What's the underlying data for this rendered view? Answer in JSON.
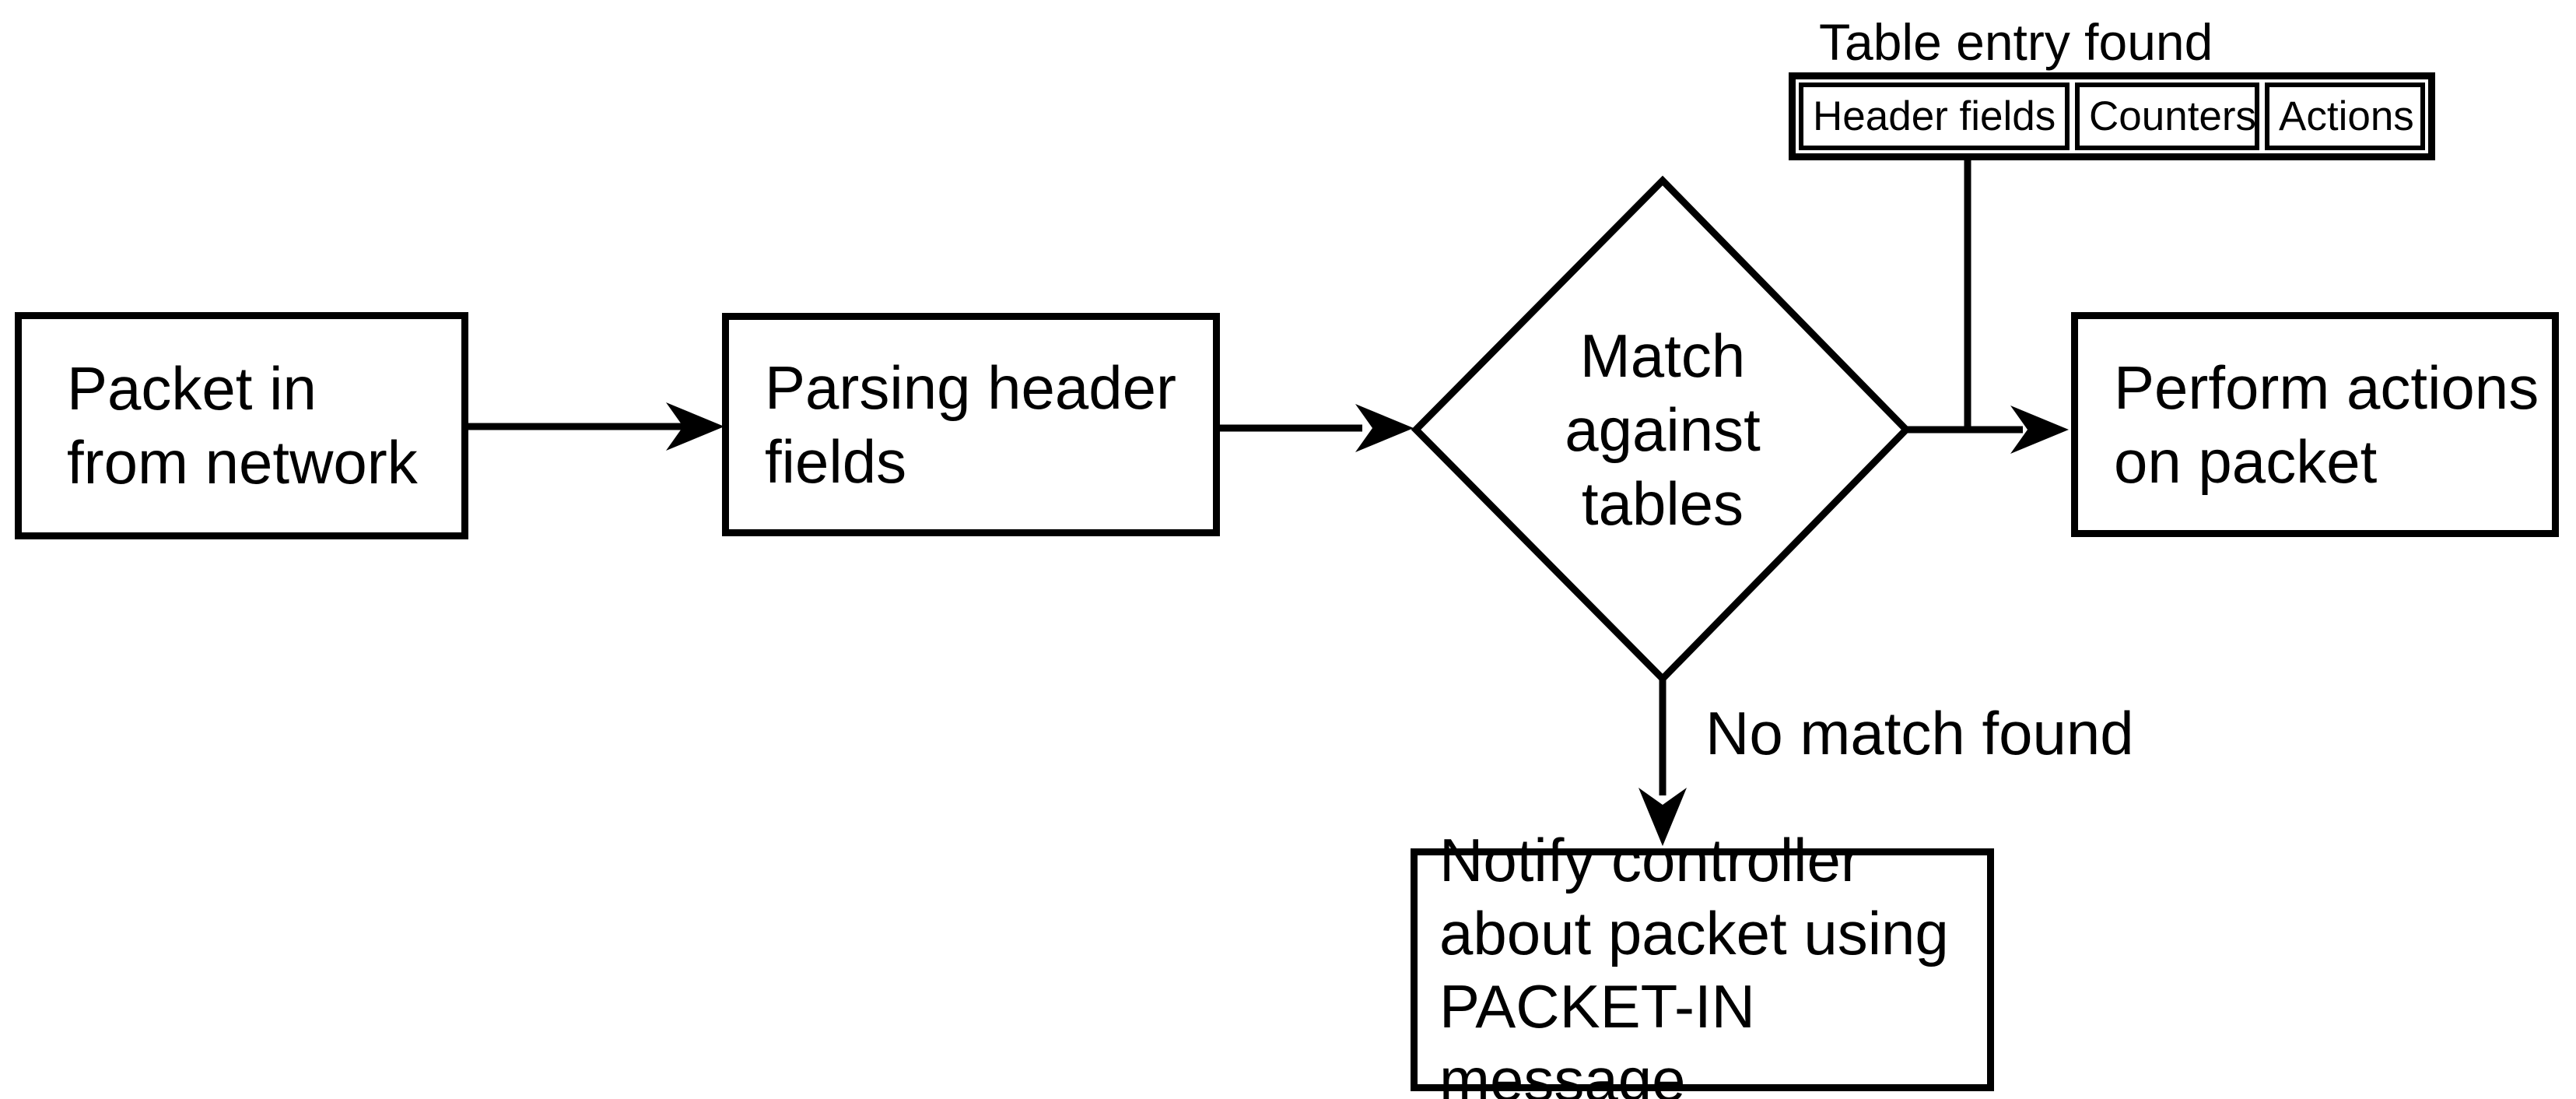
{
  "diagram": {
    "nodes": {
      "packet_in": "Packet in\nfrom network",
      "parsing": "Parsing header\nfields",
      "match": "Match\nagainst\ntables",
      "perform": "Perform actions\non packet",
      "notify": "Notify controller\nabout packet using\nPACKET-IN message"
    },
    "labels": {
      "table_entry_found": "Table entry found",
      "no_match_found": "No match found"
    },
    "flow_table": {
      "columns": [
        "Header fields",
        "Counters",
        "Actions"
      ]
    },
    "colors": {
      "stroke": "#000000",
      "fill": "#ffffff",
      "text": "#000000"
    }
  }
}
